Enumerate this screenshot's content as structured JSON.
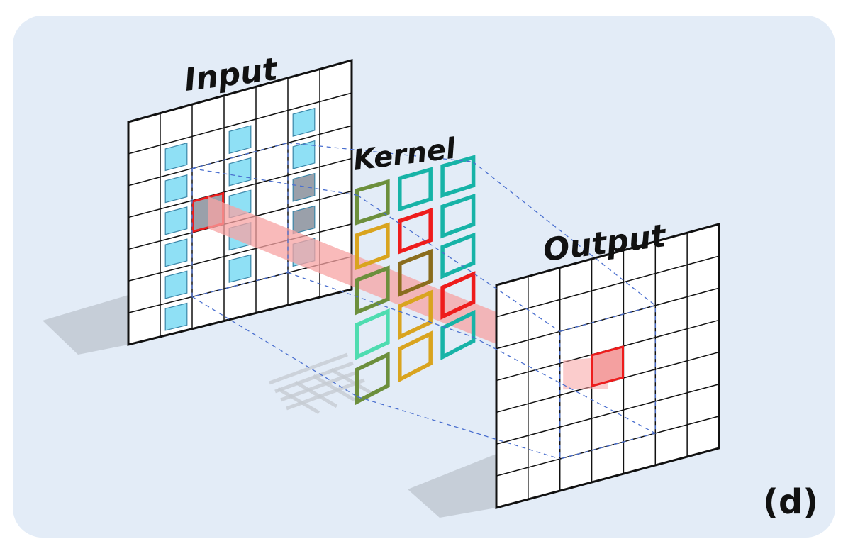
{
  "labels": {
    "input": "Input",
    "kernel": "Kernel",
    "output": "Output",
    "panel_tag": "(d)"
  },
  "colors": {
    "background": "#ffffff",
    "panel": "#e3ecf7",
    "grid_line": "#111111",
    "input_cell_fill": "#8fe0f5",
    "input_cell_stroke": "#3b86a8",
    "highlight": "#ee1c1c",
    "beam": "#f7a3a3",
    "projection_dash": "#4a6fcf",
    "kernel_palette": [
      "#6c8f3c",
      "#17b3a7",
      "#d9a41f",
      "#ee1c1c",
      "#8a6d1e",
      "#4fdcb0"
    ]
  },
  "diagram": {
    "input_grid": {
      "rows": 7,
      "cols": 7
    },
    "output_grid": {
      "rows": 7,
      "cols": 7
    },
    "kernel_grid": {
      "rows": 5,
      "cols": 3
    },
    "kernel_cell_colors": [
      [
        "#6c8f3c",
        "#17b3a7",
        "#17b3a7"
      ],
      [
        "#d9a41f",
        "#ee1c1c",
        "#17b3a7"
      ],
      [
        "#6c8f3c",
        "#8a6d1e",
        "#17b3a7"
      ],
      [
        "#4fdcb0",
        "#d9a41f",
        "#ee1c1c"
      ],
      [
        "#6c8f3c",
        "#d9a41f",
        "#17b3a7"
      ]
    ],
    "input_filled_cells": [
      [
        1,
        1
      ],
      [
        1,
        3
      ],
      [
        1,
        5
      ],
      [
        2,
        1
      ],
      [
        2,
        3
      ],
      [
        2,
        5
      ],
      [
        3,
        1
      ],
      [
        3,
        3
      ],
      [
        3,
        5
      ],
      [
        4,
        1
      ],
      [
        4,
        3
      ],
      [
        4,
        5
      ],
      [
        5,
        1
      ],
      [
        5,
        3
      ],
      [
        5,
        5
      ],
      [
        6,
        1
      ]
    ],
    "input_highlight_cell": [
      3,
      2
    ],
    "input_gray_cells": [
      [
        3,
        2
      ],
      [
        3,
        5
      ],
      [
        4,
        5
      ]
    ],
    "output_highlight_cell": [
      3,
      3
    ]
  }
}
